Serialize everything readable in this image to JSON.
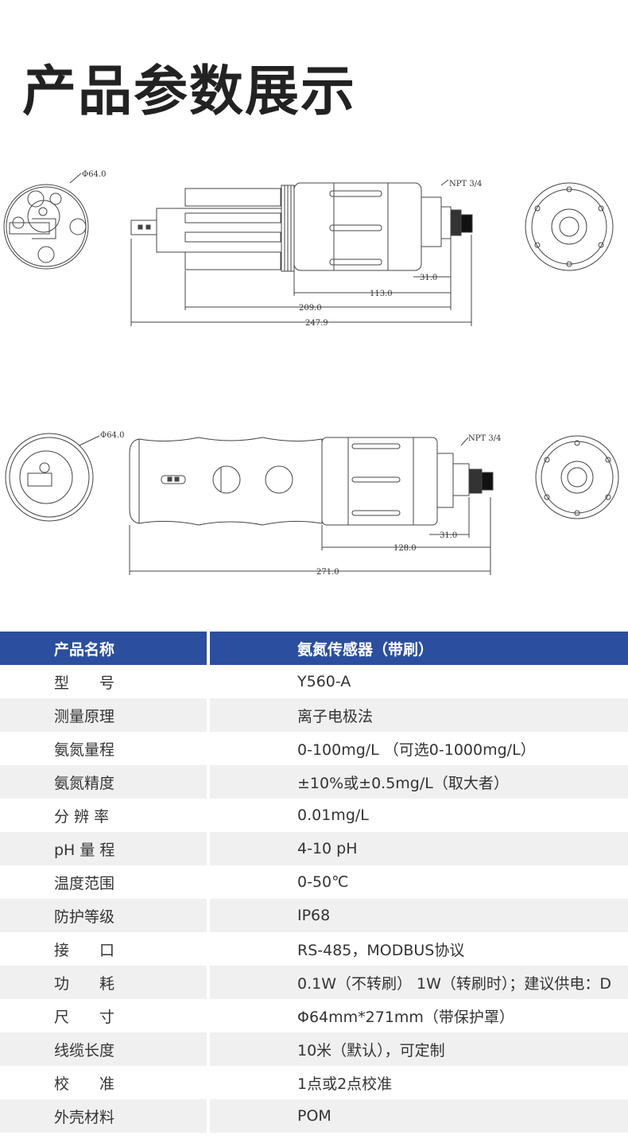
{
  "page_title": "产品参数展示",
  "drawing_top": {
    "diameter_label": "Φ64.0",
    "thread_label": "NPT 3/4",
    "dim_31": "31.0",
    "dim_113": "113.0",
    "dim_209": "209.0",
    "dim_247": "247.9"
  },
  "drawing_bottom": {
    "diameter_label": "Φ64.0",
    "thread_label": "NPT 3/4",
    "dim_31": "31.0",
    "dim_128": "128.0",
    "dim_271": "271.0"
  },
  "spec_table": {
    "header": {
      "label": "产品名称",
      "value": "氨氮传感器（带刷）"
    },
    "rows": [
      {
        "label": "型　　号",
        "value": "Y560-A"
      },
      {
        "label": "测量原理",
        "value": "离子电极法"
      },
      {
        "label": "氨氮量程",
        "value": "0-100mg/L （可选0-1000mg/L）"
      },
      {
        "label": "氨氮精度",
        "value": "±10%或±0.5mg/L（取大者）"
      },
      {
        "label": "分 辨 率",
        "value": "0.01mg/L"
      },
      {
        "label": "pH 量 程",
        "value": "4-10 pH"
      },
      {
        "label": "温度范围",
        "value": "0-50℃"
      },
      {
        "label": "防护等级",
        "value": "IP68"
      },
      {
        "label": "接　　口",
        "value": "RS-485，MODBUS协议"
      },
      {
        "label": "功　　耗",
        "value": "0.1W（不转刷） 1W（转刷时）；建议供电：D"
      },
      {
        "label": "尺　　寸",
        "value": "Φ64mm*271mm（带保护罩）"
      },
      {
        "label": "线缆长度",
        "value": "10米（默认），可定制"
      },
      {
        "label": "校　　准",
        "value": "1点或2点校准"
      },
      {
        "label": "外壳材料",
        "value": "POM"
      }
    ]
  }
}
